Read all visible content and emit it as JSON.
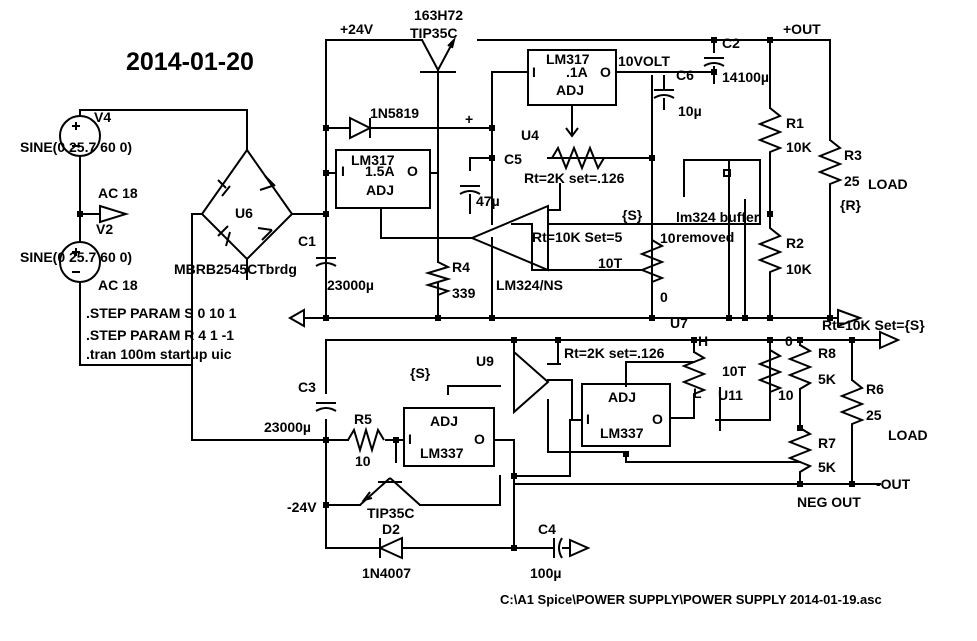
{
  "title": "2014-01-20",
  "footer": "C:\\A1 Spice\\POWER SUPPLY\\POWER SUPPLY 2014-01-19.asc",
  "directives": [
    ".STEP PARAM S 0 10 1",
    ".STEP PARAM R 4 1 -1",
    ".tran 100m startup uic"
  ],
  "nets": {
    "p24": "+24V",
    "pout": "+OUT",
    "n24": "-24V",
    "nout": "-OUT",
    "negout": "NEG OUT",
    "ten_volt": "10VOLT"
  },
  "sources": {
    "v4": {
      "name": "V4",
      "value": "SINE(0 25.7 60 0)",
      "ac": "AC 18"
    },
    "v2": {
      "name": "V2",
      "value": "SINE(0 25.7 60 0)",
      "ac": "AC 18"
    }
  },
  "bridge": {
    "name": "U6",
    "part": "MBRB2545CTbrdg"
  },
  "transistors": {
    "q_top": {
      "part": "163H72",
      "model": "TIP35C"
    },
    "q_bot": {
      "model": "TIP35C"
    }
  },
  "regulators": {
    "lm317a": {
      "part": "LM317",
      "pin_i": "I",
      "pin_o": "O",
      "value": ".1A",
      "adj": "ADJ"
    },
    "lm317b": {
      "part": "LM317",
      "pin_i": "I",
      "pin_o": "O",
      "value": "1.5A",
      "adj": "ADJ"
    },
    "lm337a": {
      "part": "LM337",
      "pin_i": "I",
      "pin_o": "O",
      "adj": "ADJ"
    },
    "lm337b": {
      "part": "LM337",
      "pin_i": "I",
      "pin_o": "O",
      "adj": "ADJ"
    }
  },
  "diodes": {
    "d1": "1N5819",
    "d2_name": "D2",
    "d2": "1N4007"
  },
  "caps": {
    "c1": {
      "name": "C1",
      "value": "23000µ"
    },
    "c2": {
      "name": "C2",
      "value": "14100µ"
    },
    "c3": {
      "name": "C3",
      "value": "23000µ"
    },
    "c4": {
      "name": "C4",
      "value": "100µ"
    },
    "c5": {
      "name": "C5",
      "value": "47µ"
    },
    "c6": {
      "name": "C6",
      "value": "10µ"
    }
  },
  "resistors": {
    "r1": {
      "name": "R1",
      "value": "10K"
    },
    "r2": {
      "name": "R2",
      "value": "10K"
    },
    "r3": {
      "name": "R3",
      "value": "25"
    },
    "r3_param": "{R}",
    "r4": {
      "name": "R4",
      "value": "339"
    },
    "r5": {
      "name": "R5",
      "value": "10"
    },
    "r6": {
      "name": "R6",
      "value": "25"
    },
    "r7": {
      "name": "R7",
      "value": "5K"
    },
    "r8": {
      "name": "R8",
      "value": "5K"
    }
  },
  "load_labels": [
    "LOAD",
    "LOAD"
  ],
  "pots": {
    "u4": {
      "name": "U4",
      "setting": "Rt=2K set=.126"
    },
    "u4_10": "10",
    "pot_s": "{S}",
    "pot_rt": "Rt=10K Set=5",
    "turns": "10T",
    "zero": "0",
    "u7": {
      "name": "U7",
      "setting": "Rt=10K Set={S}"
    },
    "u7_h": "H",
    "u7_zero": "0",
    "u9_setting": "Rt=2K set=.126",
    "u11_turns": "10T",
    "u11_name": "U11",
    "u11_l": "L",
    "u11_10": "10",
    "bottom_s": "{S}"
  },
  "opamps": {
    "top": {
      "model": "LM324/NS"
    },
    "u9": {
      "name": "U9"
    },
    "note": "lm324 buffer removed",
    "plus": "+"
  }
}
